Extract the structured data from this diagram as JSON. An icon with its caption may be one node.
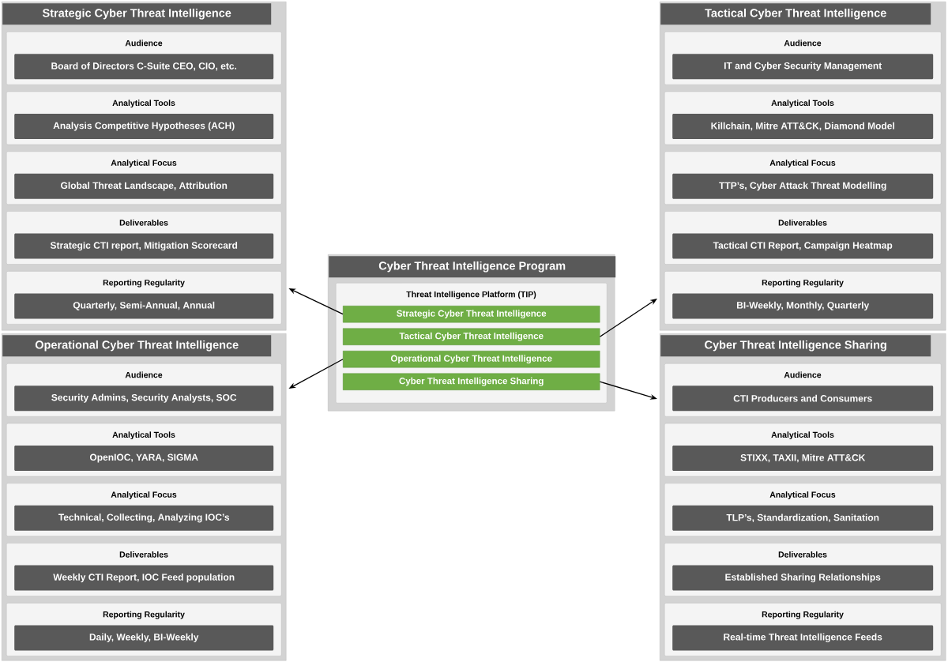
{
  "diagram": {
    "nodes": [
      {
        "text": [
          "Strategic Cyber Threat Intelligence"
        ]
      },
      {
        "text": [
          "Audience"
        ],
        "in": 0
      },
      {
        "text": [
          "Board of Directors C-Suite CEO, CIO, etc."
        ],
        "in": 1
      },
      {
        "text": [
          "Analytical Tools"
        ],
        "in": 0
      },
      {
        "text": [
          "Analysis Competitive Hypotheses (ACH)"
        ],
        "in": 3
      },
      {
        "text": [
          "Analytical Focus"
        ],
        "in": 0
      },
      {
        "text": [
          "Global Threat Landscape, Attribution"
        ],
        "in": 5
      },
      {
        "text": [
          "Deliverables"
        ],
        "in": 0
      },
      {
        "text": [
          "Strategic CTI report, Mitigation Scorecard"
        ],
        "in": 7
      },
      {
        "text": [
          "Reporting Regularity"
        ],
        "in": 0
      },
      {
        "text": [
          "Quarterly, Semi-Annual, Annual"
        ],
        "in": 9
      },
      {
        "text": [
          "Tactical Cyber Threat Intelligence"
        ]
      },
      {
        "text": [
          "Audience"
        ],
        "in": 11
      },
      {
        "text": [
          "IT and Cyber Security Management"
        ],
        "in": 12
      },
      {
        "text": [
          "Analytical Tools"
        ],
        "in": 11
      },
      {
        "text": [
          "Killchain, Mitre ATT&CK, Diamond Model"
        ],
        "in": 14
      },
      {
        "text": [
          "Analytical Focus"
        ],
        "in": 11
      },
      {
        "text": [
          "TTP’s, Cyber Attack Threat Modelling"
        ],
        "in": 16
      },
      {
        "text": [
          "Deliverables"
        ],
        "in": 11
      },
      {
        "text": [
          "Tactical CTI Report, Campaign Heatmap"
        ],
        "in": 18
      },
      {
        "text": [
          "Reporting Regularity"
        ],
        "in": 11
      },
      {
        "text": [
          "BI-Weekly, Monthly, Quarterly"
        ],
        "in": 20
      },
      {
        "text": [
          "Cyber Threat Intelligence Program"
        ]
      },
      {
        "text": [
          "Threat Intelligence Platform (TIP)"
        ],
        "in": 22
      },
      {
        "text": [
          "Strategic Cyber Threat Intelligence"
        ],
        "in": 23
      },
      {
        "text": [
          "Tactical Cyber Threat Intelligence"
        ],
        "in": 23
      },
      {
        "text": [
          "Operational Cyber Threat Intelligence"
        ],
        "in": 23
      },
      {
        "text": [
          "Cyber Threat Intelligence Sharing"
        ],
        "in": 23
      },
      {
        "text": [
          "Operational Cyber Threat Intelligence"
        ]
      },
      {
        "text": [
          "Audience"
        ],
        "in": 28
      },
      {
        "text": [
          "Security Admins, Security Analysts, SOC"
        ],
        "in": 29
      },
      {
        "text": [
          "Analytical Tools"
        ],
        "in": 28
      },
      {
        "text": [
          "OpenIOC, YARA, SIGMA"
        ],
        "in": 31
      },
      {
        "text": [
          "Analytical Focus"
        ],
        "in": 28
      },
      {
        "text": [
          "Technical, Collecting, Analyzing IOC’s"
        ],
        "in": 33
      },
      {
        "text": [
          "Deliverables"
        ],
        "in": 28
      },
      {
        "text": [
          "Weekly CTI Report, IOC Feed population"
        ],
        "in": 35
      },
      {
        "text": [
          "Reporting Regularity"
        ],
        "in": 28
      },
      {
        "text": [
          "Daily, Weekly, BI-Weekly"
        ],
        "in": 37
      },
      {
        "text": [
          "Cyber Threat Intelligence Sharing"
        ]
      },
      {
        "text": [
          "Audience"
        ],
        "in": 39
      },
      {
        "text": [
          "CTI Producers and Consumers"
        ],
        "in": 40
      },
      {
        "text": [
          "Analytical Tools"
        ],
        "in": 39
      },
      {
        "text": [
          "STIXX, TAXII, Mitre ATT&CK"
        ],
        "in": 42
      },
      {
        "text": [
          "Analytical Focus"
        ],
        "in": 39
      },
      {
        "text": [
          "TLP’s, Standardization, Sanitation"
        ],
        "in": 44
      },
      {
        "text": [
          "Deliverables"
        ],
        "in": 39
      },
      {
        "text": [
          "Established Sharing Relationships"
        ],
        "in": 46
      },
      {
        "text": [
          "Reporting Regularity"
        ],
        "in": 39
      },
      {
        "text": [
          "Real-time Threat Intelligence Feeds"
        ],
        "in": 48
      }
    ],
    "edges": [
      {
        "from": 24,
        "to": 0,
        "arrow": "to"
      },
      {
        "from": 25,
        "to": 11,
        "arrow": "to"
      },
      {
        "from": 26,
        "to": 28,
        "arrow": "to"
      },
      {
        "from": 27,
        "to": 39,
        "arrow": "to"
      }
    ]
  }
}
